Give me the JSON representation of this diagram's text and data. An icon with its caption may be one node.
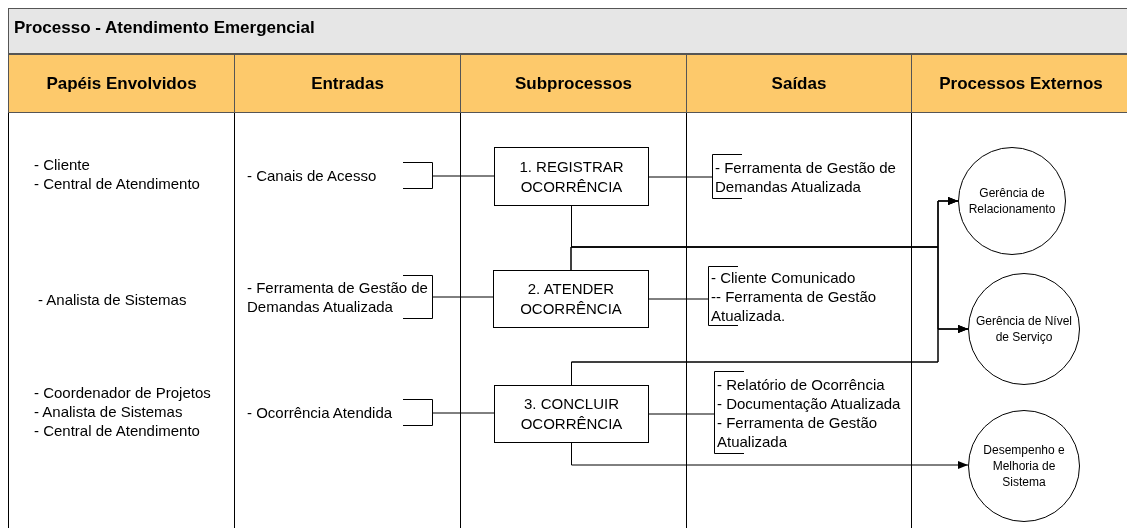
{
  "diagram": {
    "title": "Processo - Atendimento Emergencial",
    "nodes": [
      {
        "text": [
          "- Canais de Acesso"
        ]
      },
      {
        "text": [
          "1. REGISTRAR OCORRÊNCIA"
        ]
      },
      {
        "text": [
          "- Ferramenta de Gestão de Demandas Atualizada"
        ]
      },
      {
        "text": [
          "Gerência de Relacionamento"
        ]
      },
      {
        "text": [
          "- Ferramenta de Gestão de Demandas Atualizada"
        ]
      },
      {
        "text": [
          "2. ATENDER OCORRÊNCIA"
        ]
      },
      {
        "text": [
          "- Cliente Comunicado",
          "-- Ferramenta de Gestão Atualizada."
        ]
      },
      {
        "text": [
          "Gerência de Nível de Serviço"
        ]
      },
      {
        "text": [
          "- Ocorrência Atendida"
        ]
      },
      {
        "text": [
          "3. CONCLUIR OCORRÊNCIA"
        ]
      },
      {
        "text": [
          "- Relatório de Ocorrência",
          "- Documentação Atualizada",
          "- Ferramenta de Gestão Atualizada"
        ]
      },
      {
        "text": [
          "Desempenho e Melhoria de Sistema"
        ]
      }
    ],
    "edges": [
      {
        "from": 0,
        "to": 1,
        "arrow": "none"
      },
      {
        "from": 1,
        "to": 2,
        "arrow": "none"
      },
      {
        "from": 4,
        "to": 5,
        "arrow": "none"
      },
      {
        "from": 5,
        "to": 6,
        "arrow": "none"
      },
      {
        "from": 8,
        "to": 9,
        "arrow": "none"
      },
      {
        "from": 9,
        "to": 10,
        "arrow": "none"
      },
      {
        "from": 1,
        "to": 3,
        "arrow": "to"
      },
      {
        "from": 1,
        "to": 7,
        "arrow": "to"
      },
      {
        "from": 5,
        "to": 3,
        "arrow": "to"
      },
      {
        "from": 5,
        "to": 7,
        "arrow": "to"
      },
      {
        "from": 9,
        "to": 3,
        "arrow": "to"
      },
      {
        "from": 9,
        "to": 7,
        "arrow": "to"
      },
      {
        "from": 9,
        "to": 11,
        "arrow": "to"
      }
    ],
    "labels": [
      "Papéis Envolvidos",
      "Entradas",
      "Subprocessos",
      "Saídas",
      "Processos Externos",
      "- Cliente",
      "- Central de Atendimento",
      "- Analista de Sistemas",
      "- Coordenador de Projetos",
      "- Analista de Sistemas",
      "- Central de Atendimento"
    ]
  }
}
